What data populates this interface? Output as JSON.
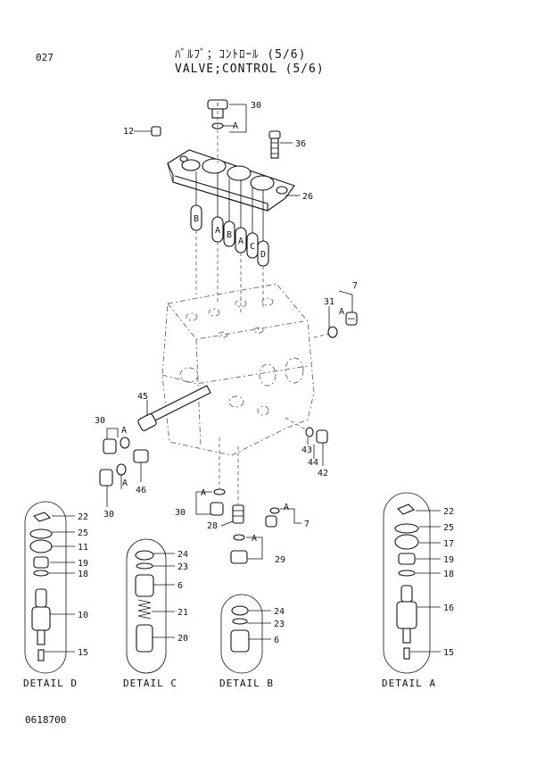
{
  "header": {
    "page_number": "027",
    "title_jp": "ﾊﾞﾙﾌﾞ；ｺﾝﾄﾛｰﾙ (5/6)",
    "title_en": "VALVE;CONTROL (5/6)"
  },
  "footer": {
    "drawing_number": "0618700"
  },
  "details": {
    "d": "DETAIL D",
    "c": "DETAIL C",
    "b": "DETAIL B",
    "a": "DETAIL A"
  },
  "callouts": {
    "c30_top": "30",
    "c36": "36",
    "c12": "12",
    "c26": "26",
    "c7_right": "7",
    "c31": "31",
    "c45": "45",
    "c30_left_top": "30",
    "c30_left_bottom": "30",
    "c46": "46",
    "c43": "43",
    "c44": "44",
    "c42": "42",
    "c30_center": "30",
    "c28": "28",
    "c7_center": "7",
    "c29": "29",
    "d22": "22",
    "d25": "25",
    "d11": "11",
    "d19": "19",
    "d18": "18",
    "d10": "10",
    "d15": "15",
    "c24": "24",
    "c23": "23",
    "c6": "6",
    "c21": "21",
    "c20": "20",
    "b24": "24",
    "b23": "23",
    "b6": "6",
    "a22": "22",
    "a25": "25",
    "a17": "17",
    "a19": "19",
    "a18": "18",
    "a16": "16",
    "a15": "15"
  },
  "markers": {
    "top_a": "A",
    "left_a1": "A",
    "left_a2": "A",
    "right_a": "A",
    "center_a1": "A",
    "center_a2": "A",
    "center_a3": "A",
    "tag_b1": "B",
    "tag_a1": "A",
    "tag_b2": "B",
    "tag_a2": "A",
    "tag_c": "C",
    "tag_d": "D"
  }
}
